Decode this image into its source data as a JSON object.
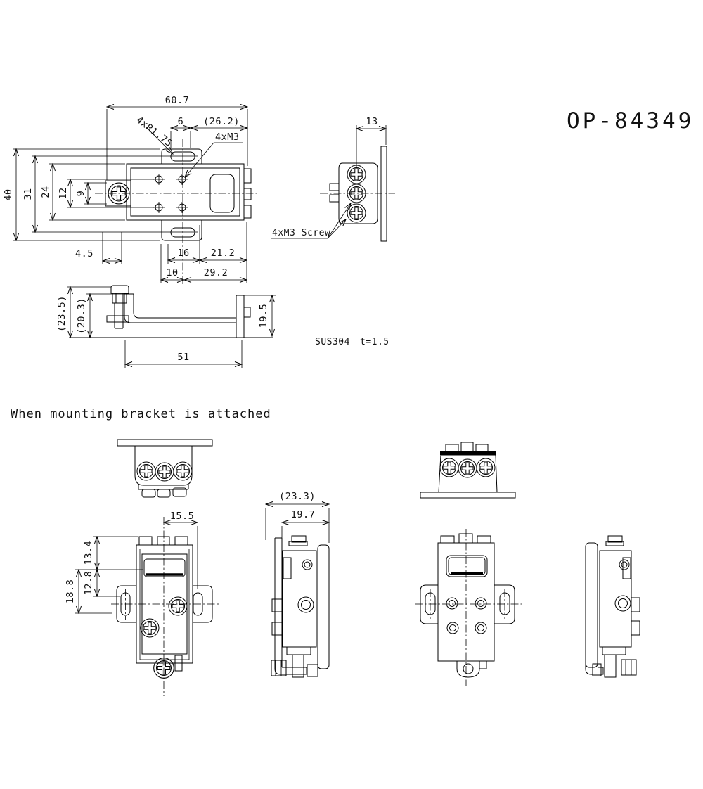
{
  "title": "OP-84349",
  "caption": "When mounting bracket is attached",
  "material": {
    "grade": "SUS304",
    "thickness": "t=1.5"
  },
  "colors": {
    "line": "#000000",
    "background": "#ffffff"
  },
  "views": {
    "top_plan": {
      "dims": {
        "overall_width": "60.7",
        "slot_width": "6",
        "ref_width": "(26.2)",
        "overall_height": "40",
        "slot_span": "31",
        "body_height": "24",
        "hole_span": "12",
        "arm_width": "9",
        "arm_offset": "4.5",
        "hole_offset": "16",
        "right_offset": "21.2",
        "slot_offset": "10",
        "right_span": "29.2"
      },
      "labels": {
        "slot_radius": "4xR1.75",
        "tap": "4xM3"
      }
    },
    "side": {
      "dims": {
        "depth": "13"
      },
      "labels": {
        "screw": "4xM3 Screw"
      }
    },
    "bracket_profile": {
      "dims": {
        "height_ref": "(23.5)",
        "inner_height_ref": "(20.3)",
        "wall_height": "19.5",
        "base_width": "51"
      }
    },
    "attached_front": {
      "dims": {
        "slot_pitch": "15.5",
        "top_height": "13.4",
        "mid_height": "12.8",
        "lower_height": "18.8"
      }
    },
    "attached_side": {
      "dims": {
        "depth_ref": "(23.3)",
        "depth": "19.7"
      }
    }
  }
}
